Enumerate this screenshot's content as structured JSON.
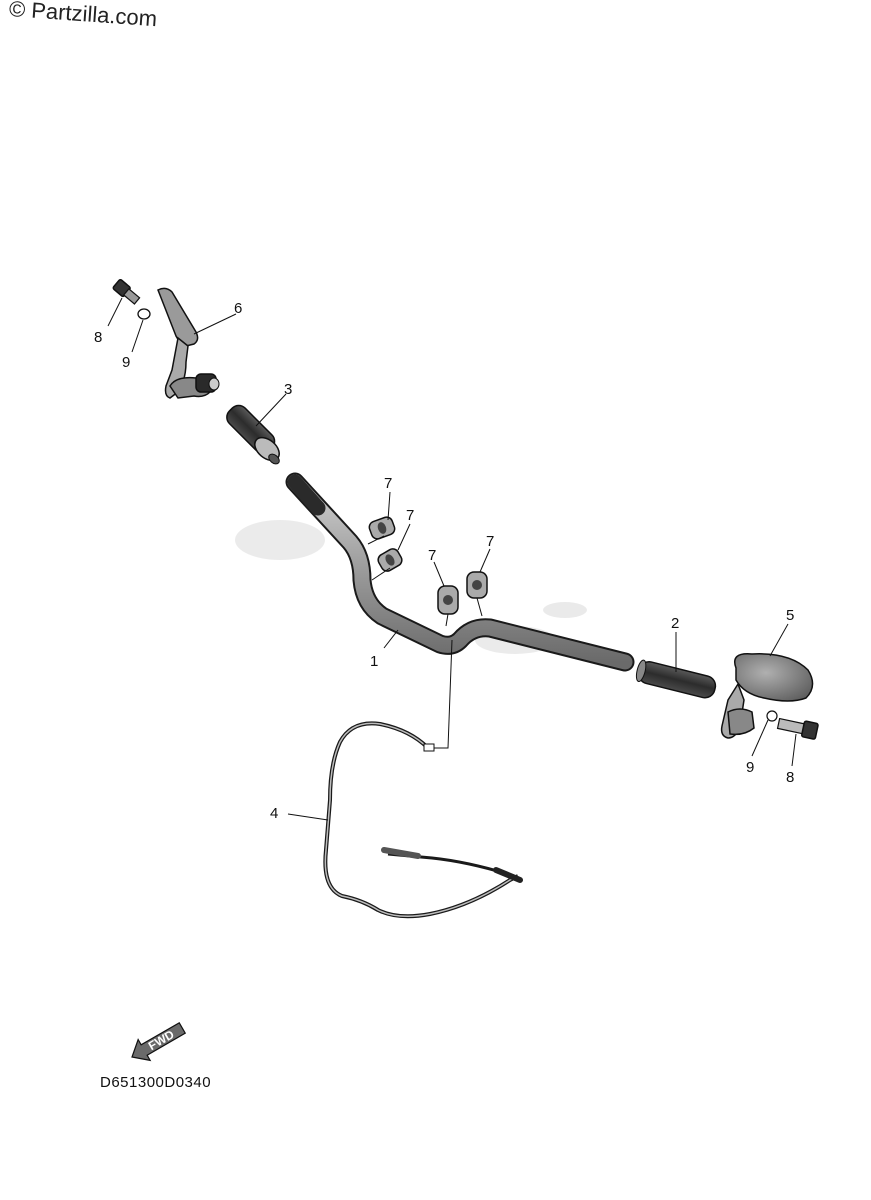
{
  "watermark": {
    "text": "© Partzilla.com"
  },
  "diagram": {
    "code": "D651300D0340",
    "fwd_label": "FWD",
    "callouts": [
      {
        "id": "c8-left",
        "label": "8"
      },
      {
        "id": "c9-left",
        "label": "9"
      },
      {
        "id": "c6",
        "label": "6"
      },
      {
        "id": "c3",
        "label": "3"
      },
      {
        "id": "c7-a",
        "label": "7"
      },
      {
        "id": "c7-b",
        "label": "7"
      },
      {
        "id": "c7-c",
        "label": "7"
      },
      {
        "id": "c7-d",
        "label": "7"
      },
      {
        "id": "c1",
        "label": "1"
      },
      {
        "id": "c2",
        "label": "2"
      },
      {
        "id": "c5",
        "label": "5"
      },
      {
        "id": "c9-right",
        "label": "9"
      },
      {
        "id": "c8-right",
        "label": "8"
      },
      {
        "id": "c4",
        "label": "4"
      }
    ]
  },
  "colors": {
    "line": "#1a1a1a",
    "part_fill": "#8a8a8a",
    "part_dark": "#3a3a3a",
    "part_light": "#c8c8c8"
  }
}
